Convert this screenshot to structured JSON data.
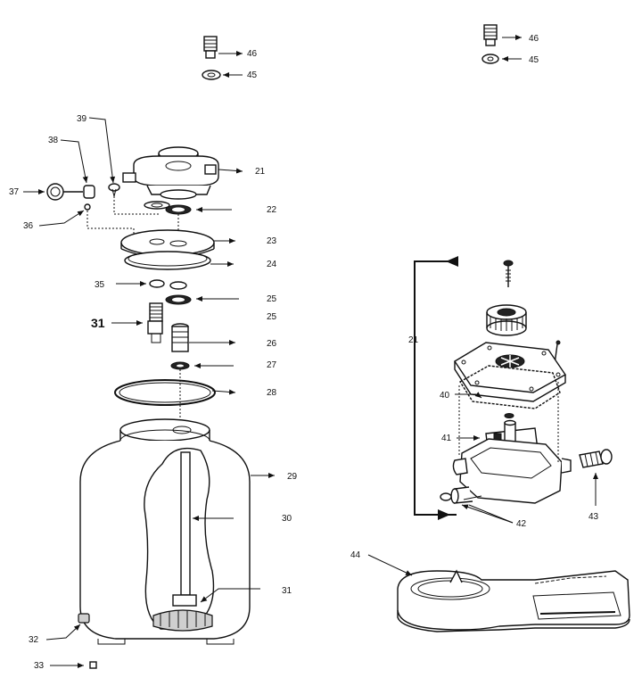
{
  "callouts": {
    "p46a": "46",
    "p45a": "45",
    "p46b": "46",
    "p45b": "45",
    "p39": "39",
    "p38": "38",
    "p37": "37",
    "p36": "36",
    "p21a": "21",
    "p22": "22",
    "p23": "23",
    "p24": "24",
    "p35": "35",
    "p25a": "25",
    "p25b": "25",
    "p31a": "31",
    "p26": "26",
    "p27": "27",
    "p28": "28",
    "p29": "29",
    "p30": "30",
    "p31b": "31",
    "p32": "32",
    "p33": "33",
    "p21b": "21",
    "p40": "40",
    "p41": "41",
    "p42": "42",
    "p43": "43",
    "p44": "44"
  }
}
